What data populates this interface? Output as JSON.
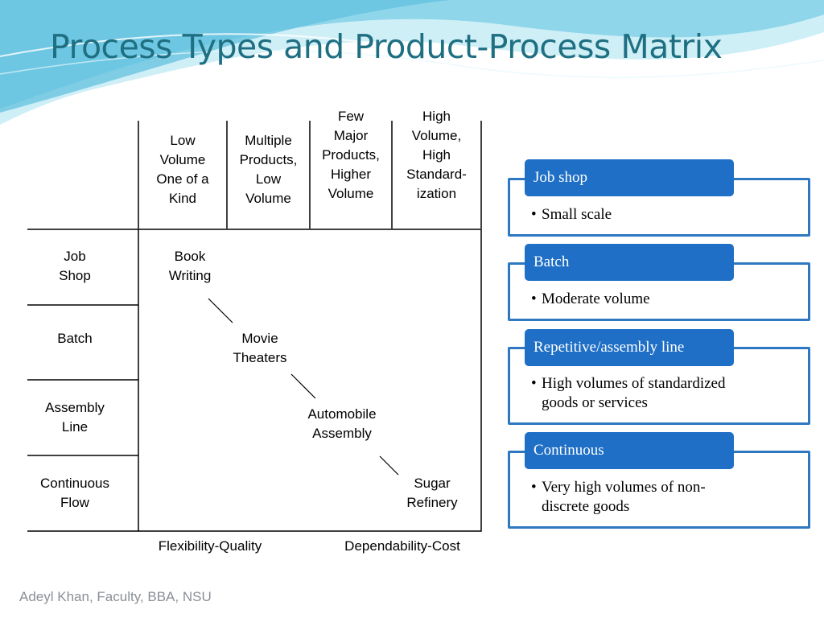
{
  "slide": {
    "title": "Process Types and Product-Process Matrix",
    "footer": "Adeyl Khan, Faculty, BBA, NSU"
  },
  "matrix": {
    "columns": [
      {
        "lines": [
          "Low",
          "Volume",
          "One of a",
          "Kind"
        ]
      },
      {
        "lines": [
          "Multiple",
          "Products,",
          "Low",
          "Volume"
        ]
      },
      {
        "lines": [
          "Few",
          "Major",
          "Products,",
          "Higher",
          "Volume"
        ]
      },
      {
        "lines": [
          "High",
          "Volume,",
          "High",
          "Standard-",
          "ization"
        ]
      }
    ],
    "rows": [
      {
        "lines": [
          "Job",
          "Shop"
        ]
      },
      {
        "lines": [
          "Batch"
        ]
      },
      {
        "lines": [
          "Assembly",
          "Line"
        ]
      },
      {
        "lines": [
          "Continuous",
          "Flow"
        ]
      }
    ],
    "examples": [
      {
        "lines": [
          "Book",
          "Writing"
        ]
      },
      {
        "lines": [
          "Movie",
          "Theaters"
        ]
      },
      {
        "lines": [
          "Automobile",
          "Assembly"
        ]
      },
      {
        "lines": [
          "Sugar",
          "Refinery"
        ]
      }
    ],
    "bottom_left_label": "Flexibility-Quality",
    "bottom_right_label": "Dependability-Cost"
  },
  "process_list": [
    {
      "title": "Job shop",
      "lines": [
        "Small scale"
      ]
    },
    {
      "title": "Batch",
      "lines": [
        "Moderate volume"
      ]
    },
    {
      "title": "Repetitive/assembly line",
      "lines": [
        "High volumes of standardized",
        "goods or services"
      ]
    },
    {
      "title": "Continuous",
      "lines": [
        "Very high volumes of non-",
        "discrete goods"
      ]
    }
  ],
  "colors": {
    "title": "#1f6f82",
    "card_header": "#1f6fc6",
    "card_border": "#2e78c1",
    "wave_light": "#b6e6f2",
    "wave_mid": "#6dc5e0",
    "footer": "#8a8f96"
  }
}
